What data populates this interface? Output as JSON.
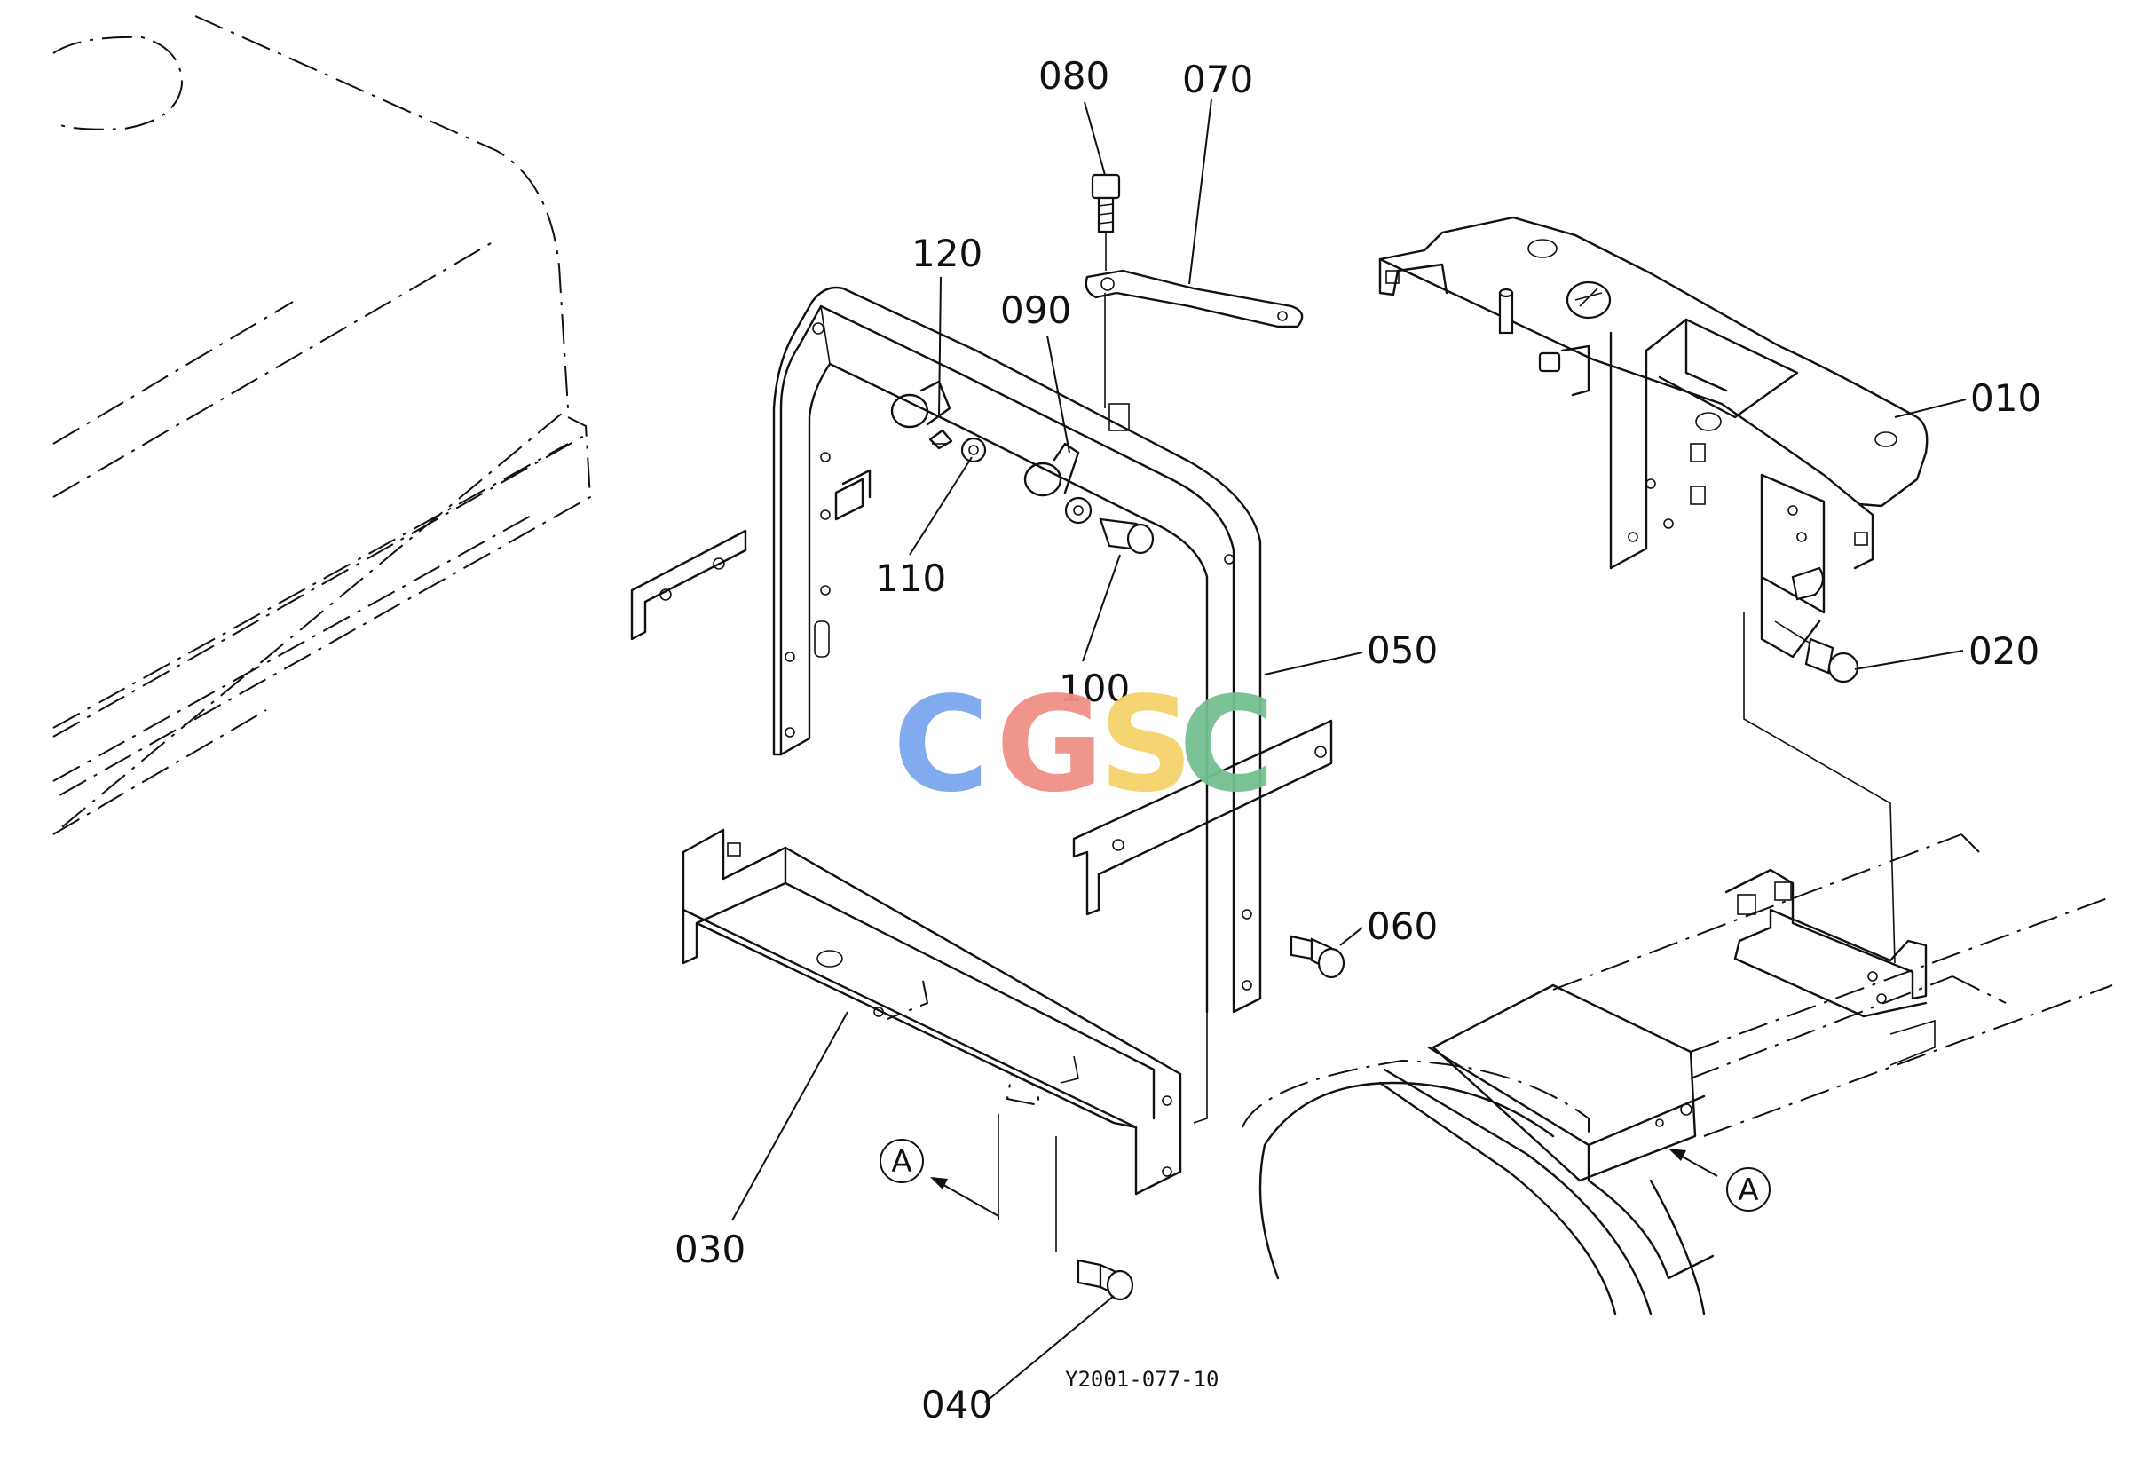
{
  "part_labels": {
    "p010": "010",
    "p020": "020",
    "p030": "030",
    "p040": "040",
    "p050": "050",
    "p060": "060",
    "p070": "070",
    "p080": "080",
    "p090": "090",
    "p100": "100",
    "p110": "110",
    "p120": "120"
  },
  "callouts": {
    "left": "A",
    "right": "A"
  },
  "figure_code": "Y2001-077-10",
  "watermark": {
    "letters": [
      "C",
      "G",
      "S",
      "C"
    ],
    "colors": [
      "#7ba7ee",
      "#ee8f86",
      "#f3d36a",
      "#74bf91"
    ]
  }
}
